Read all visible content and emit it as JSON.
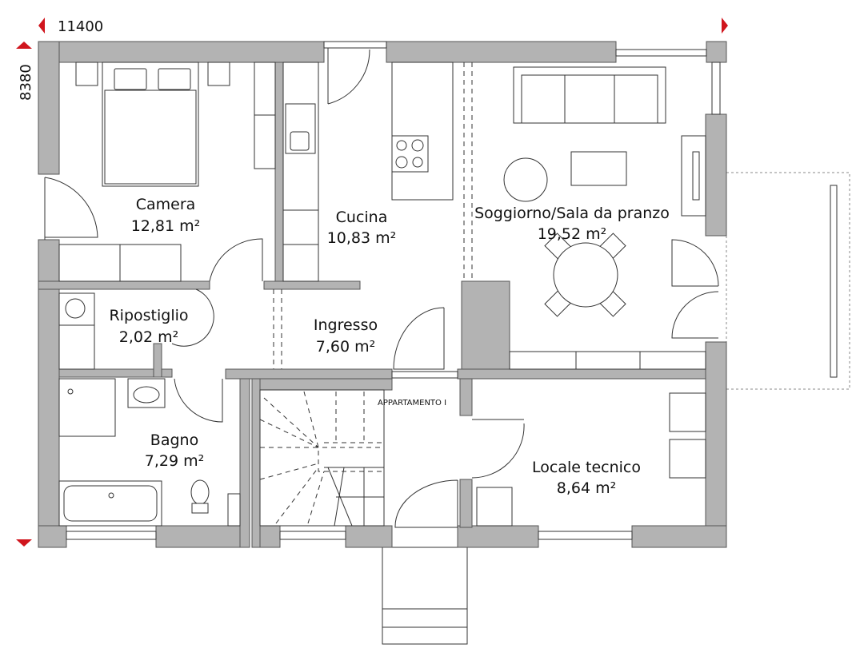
{
  "dimensions": {
    "width": "11400",
    "depth": "8380"
  },
  "unit_label": "APPARTAMENTO I",
  "rooms": [
    {
      "name": "Camera",
      "area": "12,81 m²"
    },
    {
      "name": "Cucina",
      "area": "10,83 m²"
    },
    {
      "name": "Soggiorno/Sala da pranzo",
      "area": "19,52 m²"
    },
    {
      "name": "Ripostiglio",
      "area": "2,02 m²"
    },
    {
      "name": "Ingresso",
      "area": "7,60 m²"
    },
    {
      "name": "Bagno",
      "area": "7,29 m²"
    },
    {
      "name": "Locale tecnico",
      "area": "8,64 m²"
    }
  ],
  "colors": {
    "wall": "#b3b3b3",
    "marker": "#d0151d"
  }
}
